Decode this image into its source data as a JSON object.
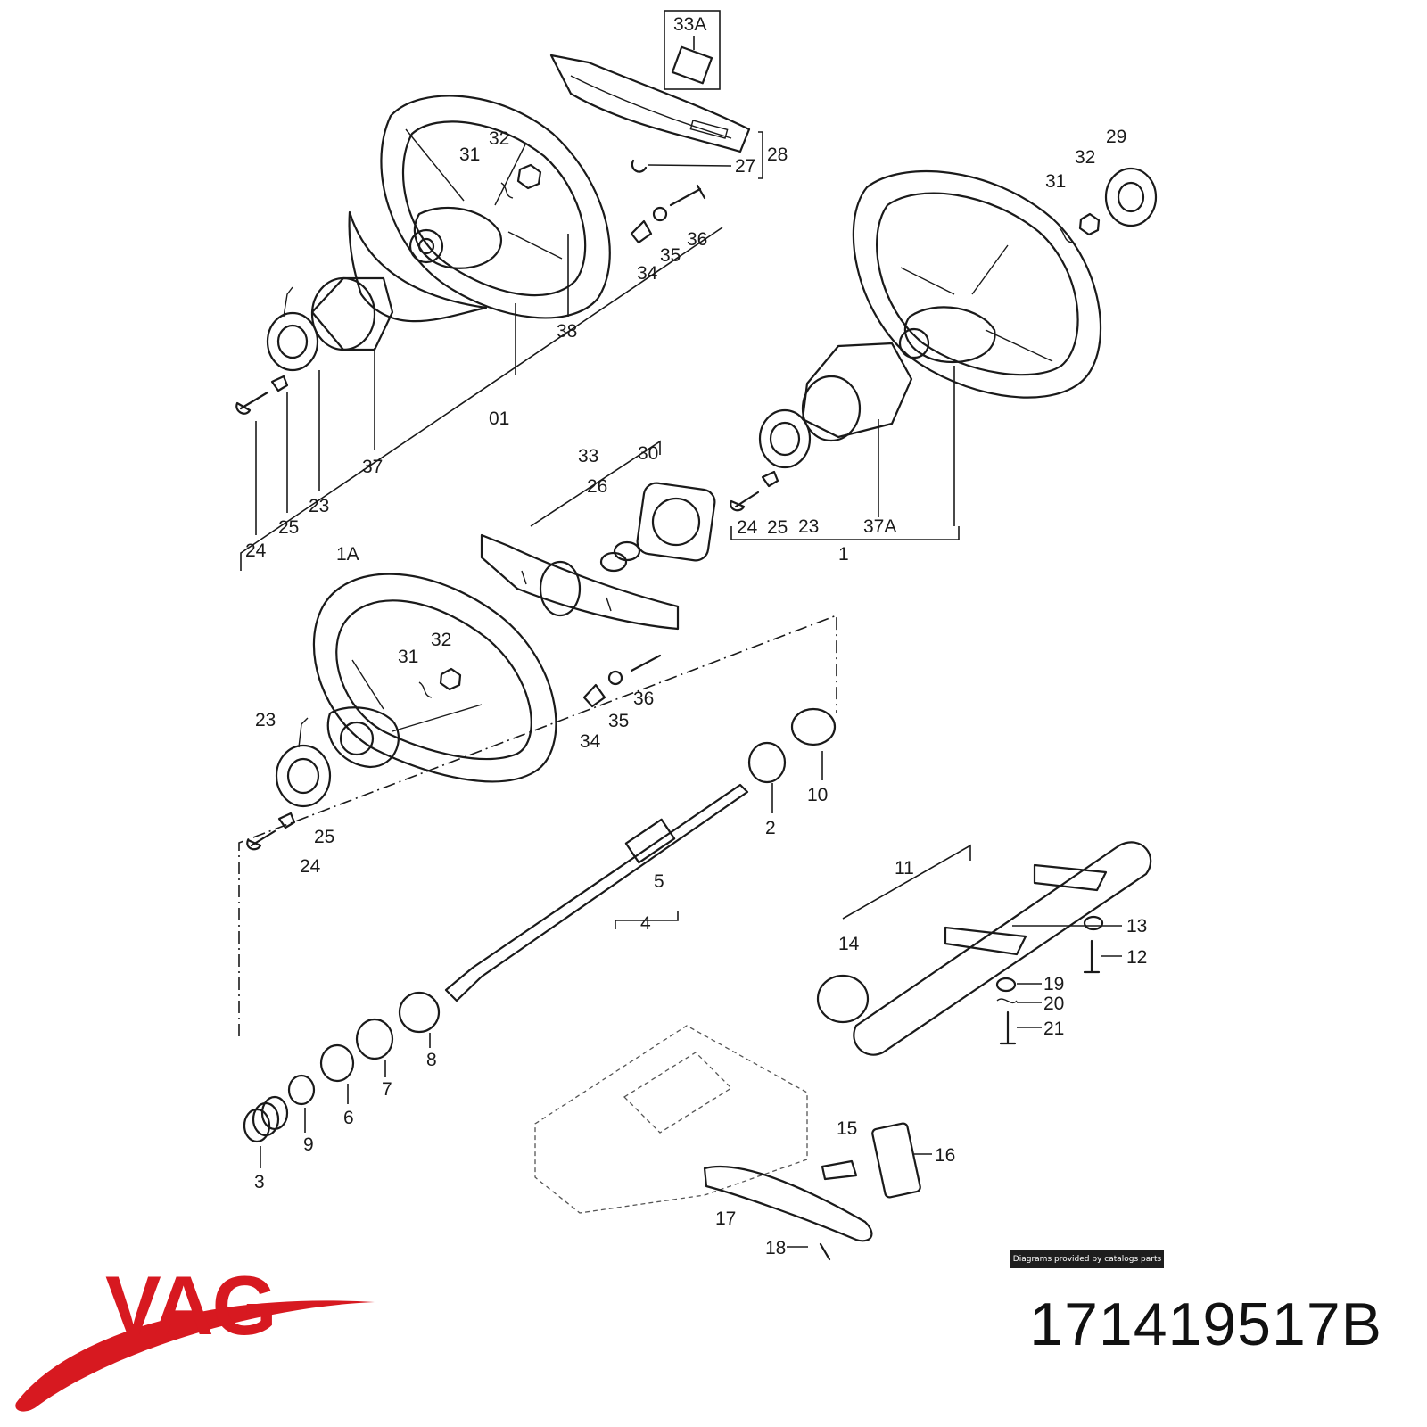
{
  "brand": {
    "name": "VAG",
    "color": "#d71920"
  },
  "part_number": "171419517B",
  "credit": "Diagrams provided by catalogs parts",
  "callouts": {
    "c33A_top": "33A",
    "c28": "28",
    "c27": "27",
    "c32_top": "32",
    "c31_top": "31",
    "c34_top": "34",
    "c35_top": "35",
    "c36_top": "36",
    "c38": "38",
    "c01": "01",
    "c37": "37",
    "c23_left": "23",
    "c25_left": "25",
    "c24_left": "24",
    "c29": "29",
    "c32_right": "32",
    "c31_right": "31",
    "c33": "33",
    "c30": "30",
    "c26": "26",
    "c24_mid": "24",
    "c25_mid": "25",
    "c23_mid": "23",
    "c37A": "37A",
    "c1": "1",
    "c1A": "1A",
    "c32_lower": "32",
    "c31_lower": "31",
    "c36_lower": "36",
    "c35_lower": "35",
    "c34_lower": "34",
    "c23_lower": "23",
    "c25_lower": "25",
    "c24_lower": "24",
    "c10": "10",
    "c2": "2",
    "c5": "5",
    "c4": "4",
    "c11": "11",
    "c13": "13",
    "c12": "12",
    "c14": "14",
    "c19": "19",
    "c20": "20",
    "c21": "21",
    "c8": "8",
    "c7": "7",
    "c6": "6",
    "c9": "9",
    "c3": "3",
    "c15": "15",
    "c16": "16",
    "c17": "17",
    "c18": "18"
  }
}
